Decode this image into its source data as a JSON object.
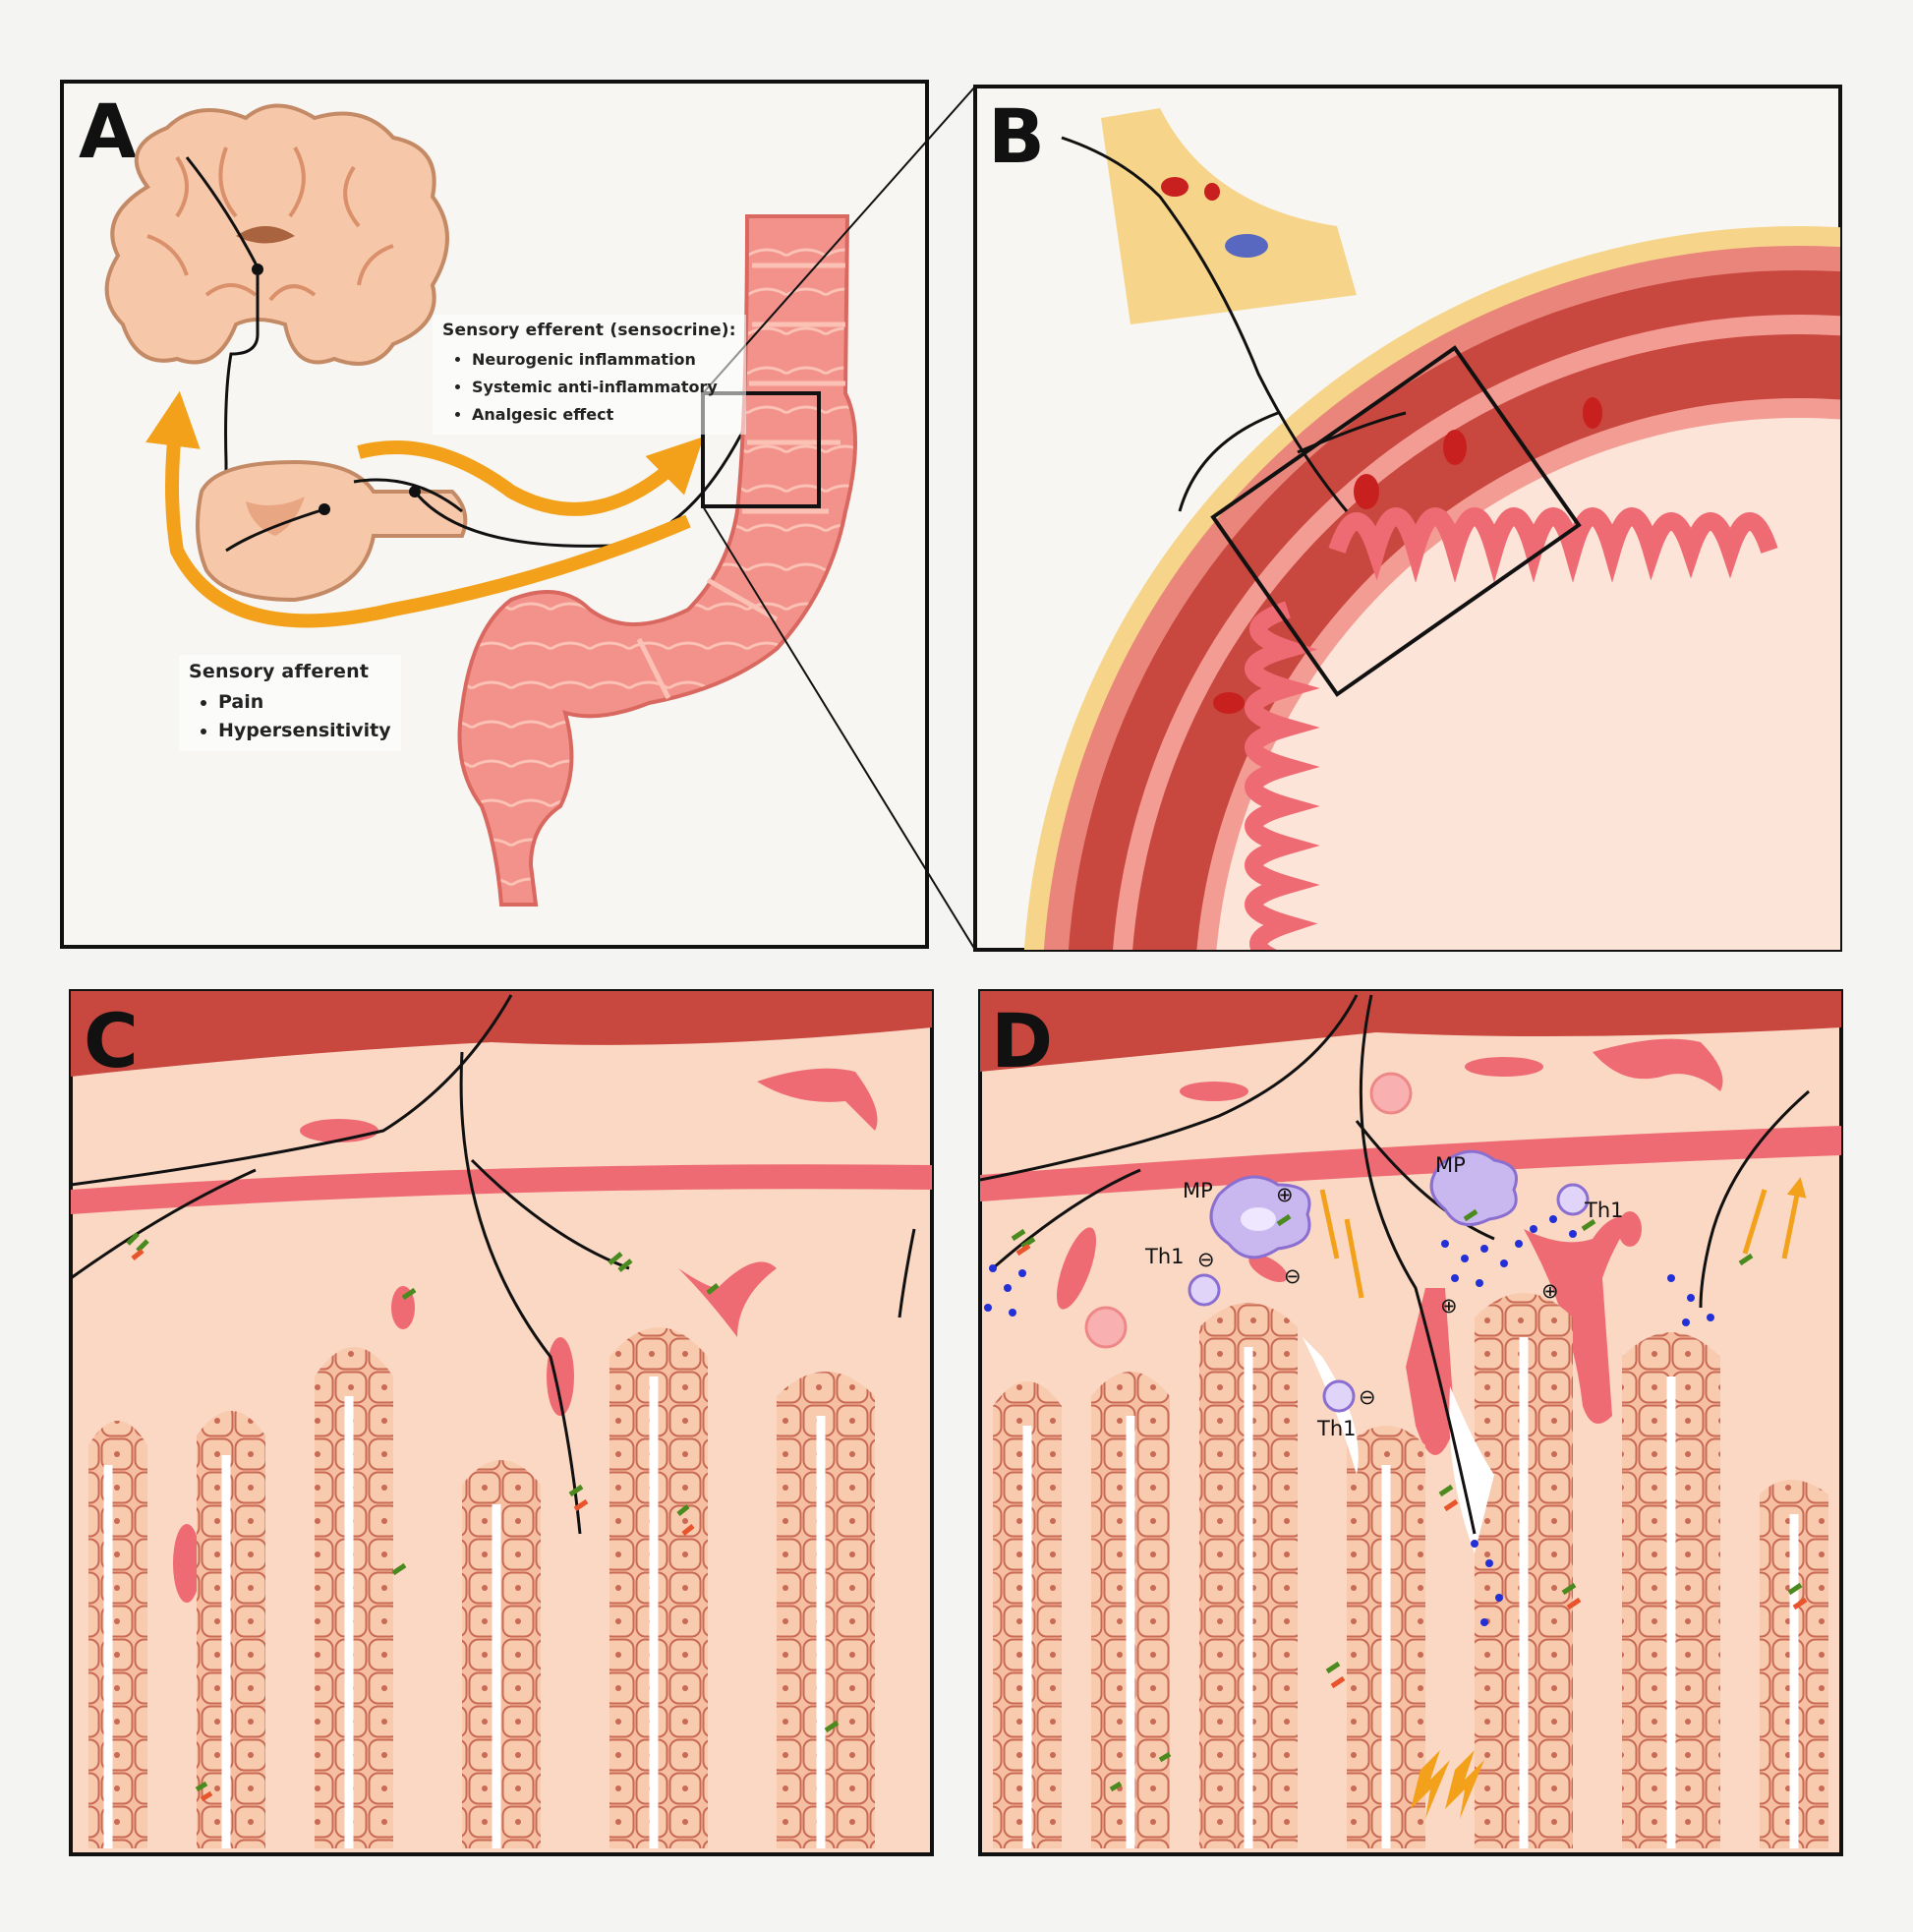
{
  "panels": {
    "a": "A",
    "b": "B",
    "c": "C",
    "d": "D"
  },
  "efferent": {
    "title": "Sensory efferent (sensocrine):",
    "items": [
      "Neurogenic inflammation",
      "Systemic anti-inflammatory",
      "Analgesic effect"
    ]
  },
  "afferent": {
    "title": "Sensory afferent",
    "items": [
      "Pain",
      "Hypersensitivity"
    ]
  },
  "cell_labels": {
    "mp_left": "MP",
    "mp_right": "MP",
    "th1_upper_left": "Th1",
    "th1_mid": "Th1",
    "th1_right": "Th1",
    "plus": "⊕",
    "minus": "⊖"
  },
  "colors": {
    "tissue": "#f9d6c4",
    "muscle": "#c8473f",
    "vessel": "#ef6b73",
    "nerve": "#111111",
    "arrow": "#f3a11b",
    "fat": "#f6d58a"
  }
}
